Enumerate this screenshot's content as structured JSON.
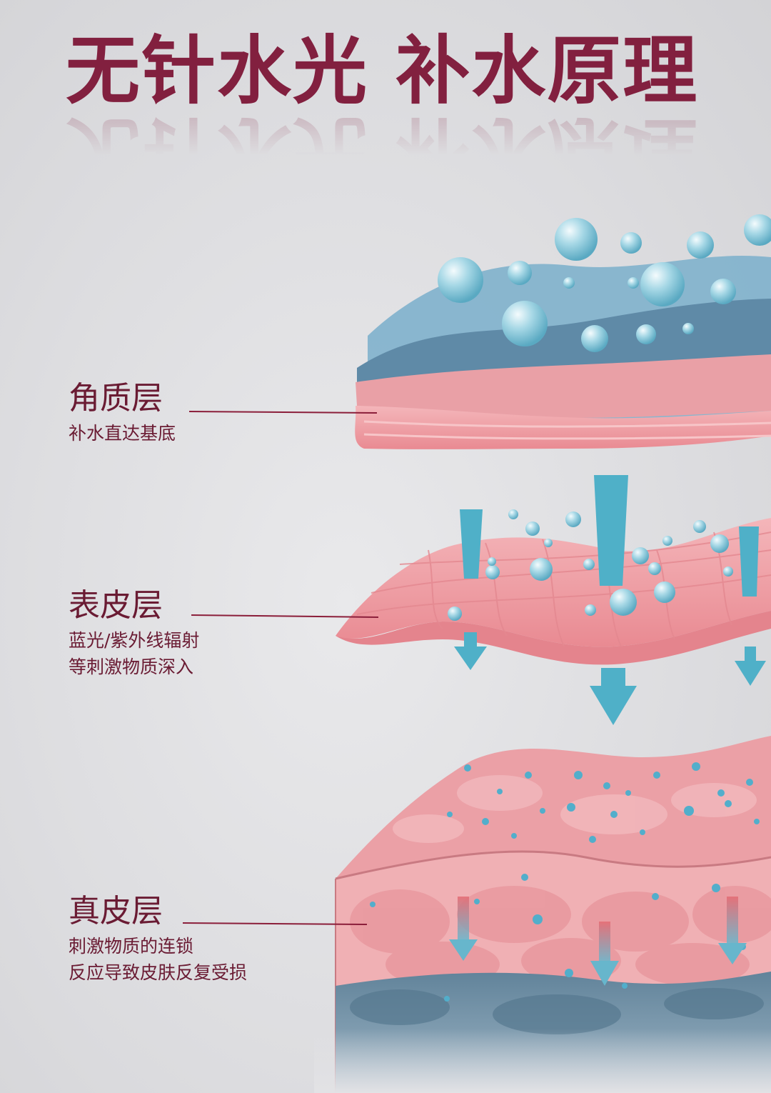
{
  "title": "无针水光  补水原理",
  "layers": [
    {
      "name": "角质层",
      "desc_lines": [
        "补水直达基底"
      ]
    },
    {
      "name": "表皮层",
      "desc_lines": [
        "蓝光/紫外线辐射",
        "等刺激物质深入"
      ]
    },
    {
      "name": "真皮层",
      "desc_lines": [
        "刺激物质的连锁",
        "反应导致皮肤反复受损"
      ]
    }
  ],
  "colors": {
    "title": "#82203f",
    "label_text": "#6a1b33",
    "pointer_line": "#8b1e3a",
    "water_blue": "#4fb0c8",
    "skin_pink": "#f0a2a8",
    "deep_blue": "#5e7f97"
  }
}
